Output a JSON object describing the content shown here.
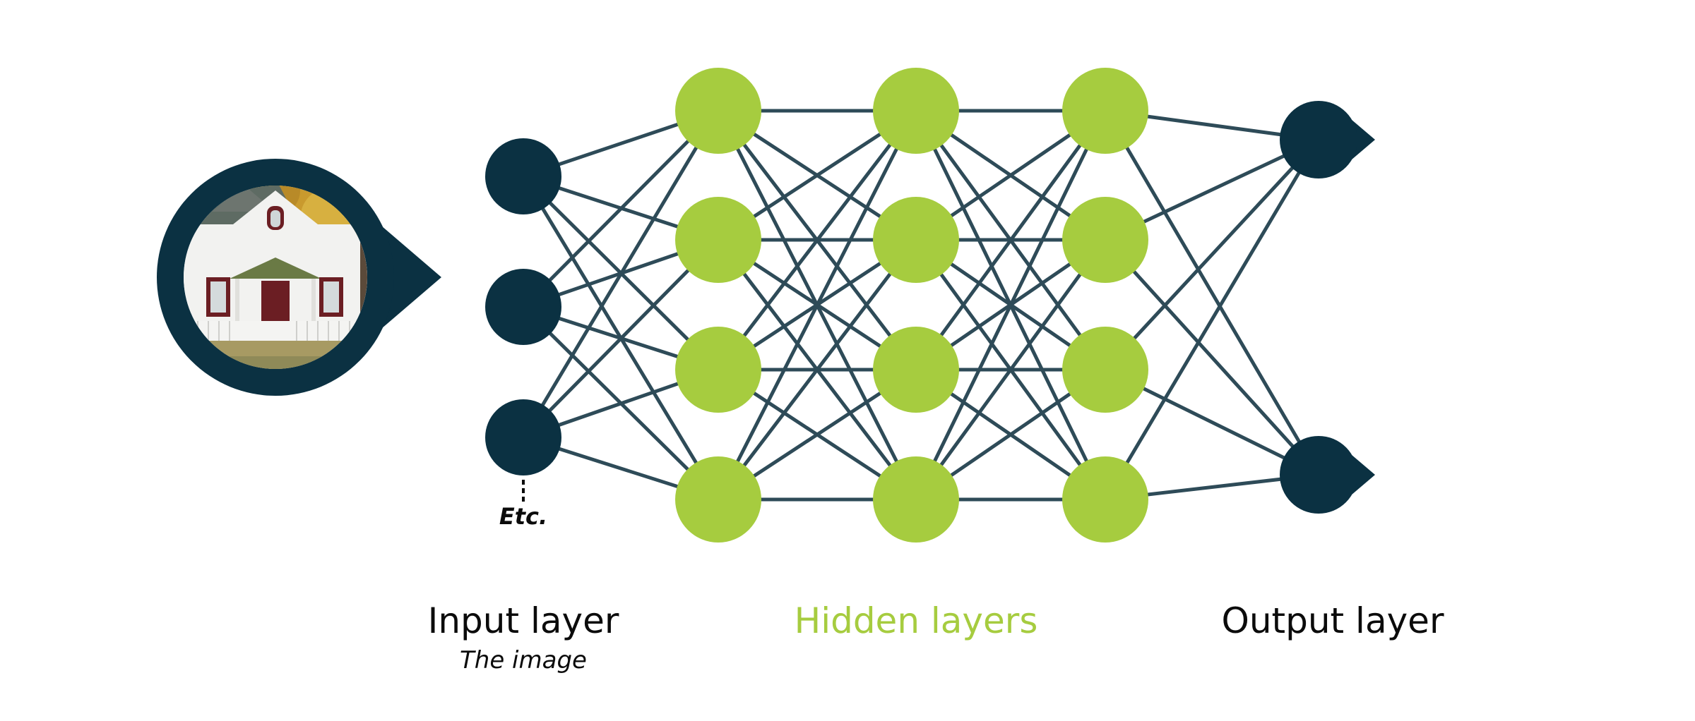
{
  "diagram": {
    "etc_label": "Etc.",
    "input_layer": {
      "title": "Input layer",
      "subtitle": "The image"
    },
    "hidden_layers": {
      "title": "Hidden layers"
    },
    "output_layer": {
      "title": "Output layer"
    },
    "structure": {
      "input_nodes": 3,
      "hidden_layers": 3,
      "hidden_nodes_per_layer": 4,
      "output_nodes": 2
    },
    "image_subject": "house",
    "colors": {
      "dark_node": "#0b3142",
      "hidden_node": "#a6cc3f",
      "connection": "#2e4b58",
      "background": "#ffffff"
    }
  }
}
